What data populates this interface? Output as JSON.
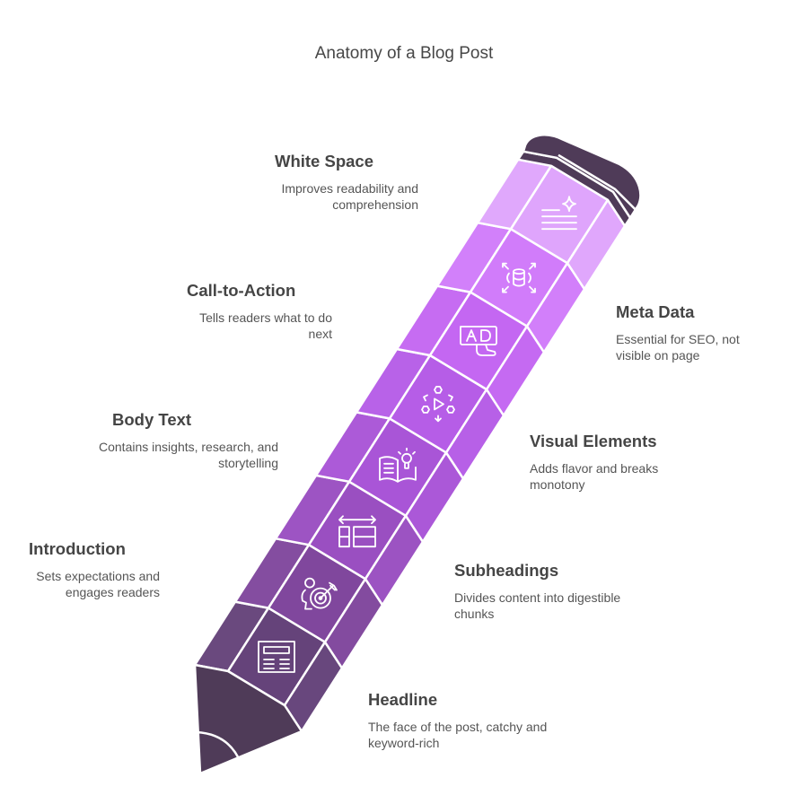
{
  "title": "Anatomy of a Blog Post",
  "colors": {
    "tip": "#4f3b58",
    "eraser": "#4f3b58",
    "divider": "#ffffff"
  },
  "segments": [
    {
      "name": "Headline",
      "description": "The face of the post, catchy and keyword-rich",
      "color": "#65437a",
      "icon": "article-icon",
      "side": "right"
    },
    {
      "name": "Introduction",
      "description": "Sets expectations and engages readers",
      "color": "#80479d",
      "icon": "person-target-icon",
      "side": "left"
    },
    {
      "name": "Subheadings",
      "description": "Divides content into digestible chunks",
      "color": "#9a4fc1",
      "icon": "layout-columns-icon",
      "side": "right"
    },
    {
      "name": "Body Text",
      "description": "Contains insights, research, and storytelling",
      "color": "#a955d7",
      "icon": "book-lightbulb-icon",
      "side": "left"
    },
    {
      "name": "Visual Elements",
      "description": "Adds flavor and breaks monotony",
      "color": "#b65de7",
      "icon": "network-play-icon",
      "side": "right"
    },
    {
      "name": "Call-to-Action",
      "description": "Tells readers what to do next",
      "color": "#c467f2",
      "icon": "ad-click-icon",
      "side": "left"
    },
    {
      "name": "Meta Data",
      "description": "Essential for SEO, not visible on page",
      "color": "#d17cfa",
      "icon": "database-expand-icon",
      "side": "right"
    },
    {
      "name": "White Space",
      "description": "Improves readability and comprehension",
      "color": "#dfa5fc",
      "icon": "text-sparkle-icon",
      "side": "left"
    }
  ]
}
